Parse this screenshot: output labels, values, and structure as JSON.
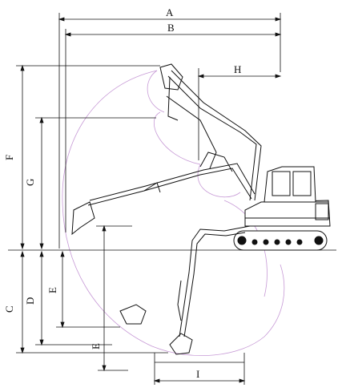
{
  "diagram": {
    "dimension_letters": {
      "A": "A",
      "B": "B",
      "H": "H",
      "F": "F",
      "G": "G",
      "C": "C",
      "D": "D",
      "E_upper": "E",
      "E_lower": "E",
      "I": "I"
    },
    "colors": {
      "line": "#111111",
      "arc": "#c79ad6",
      "background": "#ffffff"
    }
  }
}
